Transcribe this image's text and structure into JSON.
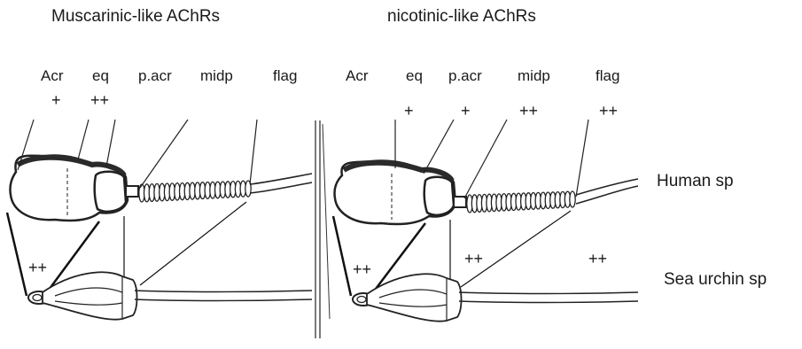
{
  "colors": {
    "ink": "#1a1a1a",
    "head_outline": "#222222",
    "acrosome_band": "#2a2a2a",
    "background": "#ffffff"
  },
  "panels": {
    "left": {
      "title": "Muscarinic-like AChRs",
      "regions": {
        "acr": "Acr",
        "eq": "eq",
        "pacr": "p.acr",
        "midp": "midp",
        "flag": "flag"
      },
      "human_marks": {
        "acr": "+",
        "eq": "++"
      },
      "urchin_marks": {
        "head": "++"
      }
    },
    "right": {
      "title": "nicotinic-like AChRs",
      "regions": {
        "acr": "Acr",
        "eq": "eq",
        "pacr": "p.acr",
        "midp": "midp",
        "flag": "flag"
      },
      "human_marks": {
        "eq": "+",
        "pacr": "+",
        "midp": "++",
        "flag": "++"
      },
      "urchin_marks": {
        "head": "++",
        "midp": "++",
        "flag": "++"
      }
    }
  },
  "species": {
    "human": "Human sp",
    "sea_urchin": "Sea urchin sp"
  }
}
